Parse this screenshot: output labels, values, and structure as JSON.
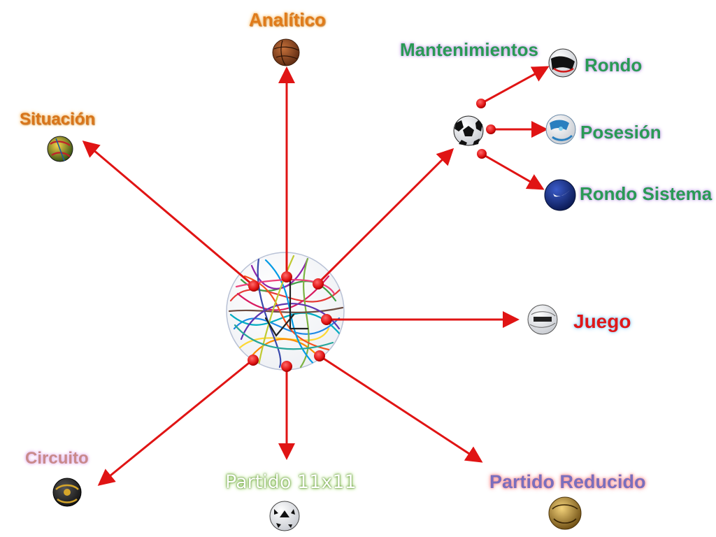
{
  "diagram": {
    "center": "multicolor-scribble-ball",
    "nodes": [
      {
        "key": "analitico",
        "label": "Analítico",
        "ball": "vintage-leather-ball"
      },
      {
        "key": "situacion",
        "label": "Situación",
        "ball": "yellow-green-ball"
      },
      {
        "key": "mantenimientos",
        "label": "Mantenimientos",
        "ball": "classic-black-white-ball"
      },
      {
        "key": "rondo",
        "label": "Rondo",
        "ball": "white-black-red-ball"
      },
      {
        "key": "posesion",
        "label": "Posesión",
        "ball": "white-blue-ball"
      },
      {
        "key": "rondo_sistema",
        "label": "Rondo Sistema",
        "ball": "dark-blue-ball"
      },
      {
        "key": "juego",
        "label": "Juego",
        "ball": "penalty-ball"
      },
      {
        "key": "circuito",
        "label": "Circuito",
        "ball": "black-gold-ball"
      },
      {
        "key": "partido_11x11",
        "label": "Partido 11x11",
        "ball": "white-tango-ball"
      },
      {
        "key": "partido_reducido",
        "label": "Partido Reducido",
        "ball": "gold-glow-ball"
      }
    ],
    "colors": {
      "arrow": "#e01414",
      "orange_label": "#e07b1a",
      "green_label": "#2a9a55",
      "red_label": "#e01818",
      "purple_label": "#7a6fbd"
    }
  }
}
